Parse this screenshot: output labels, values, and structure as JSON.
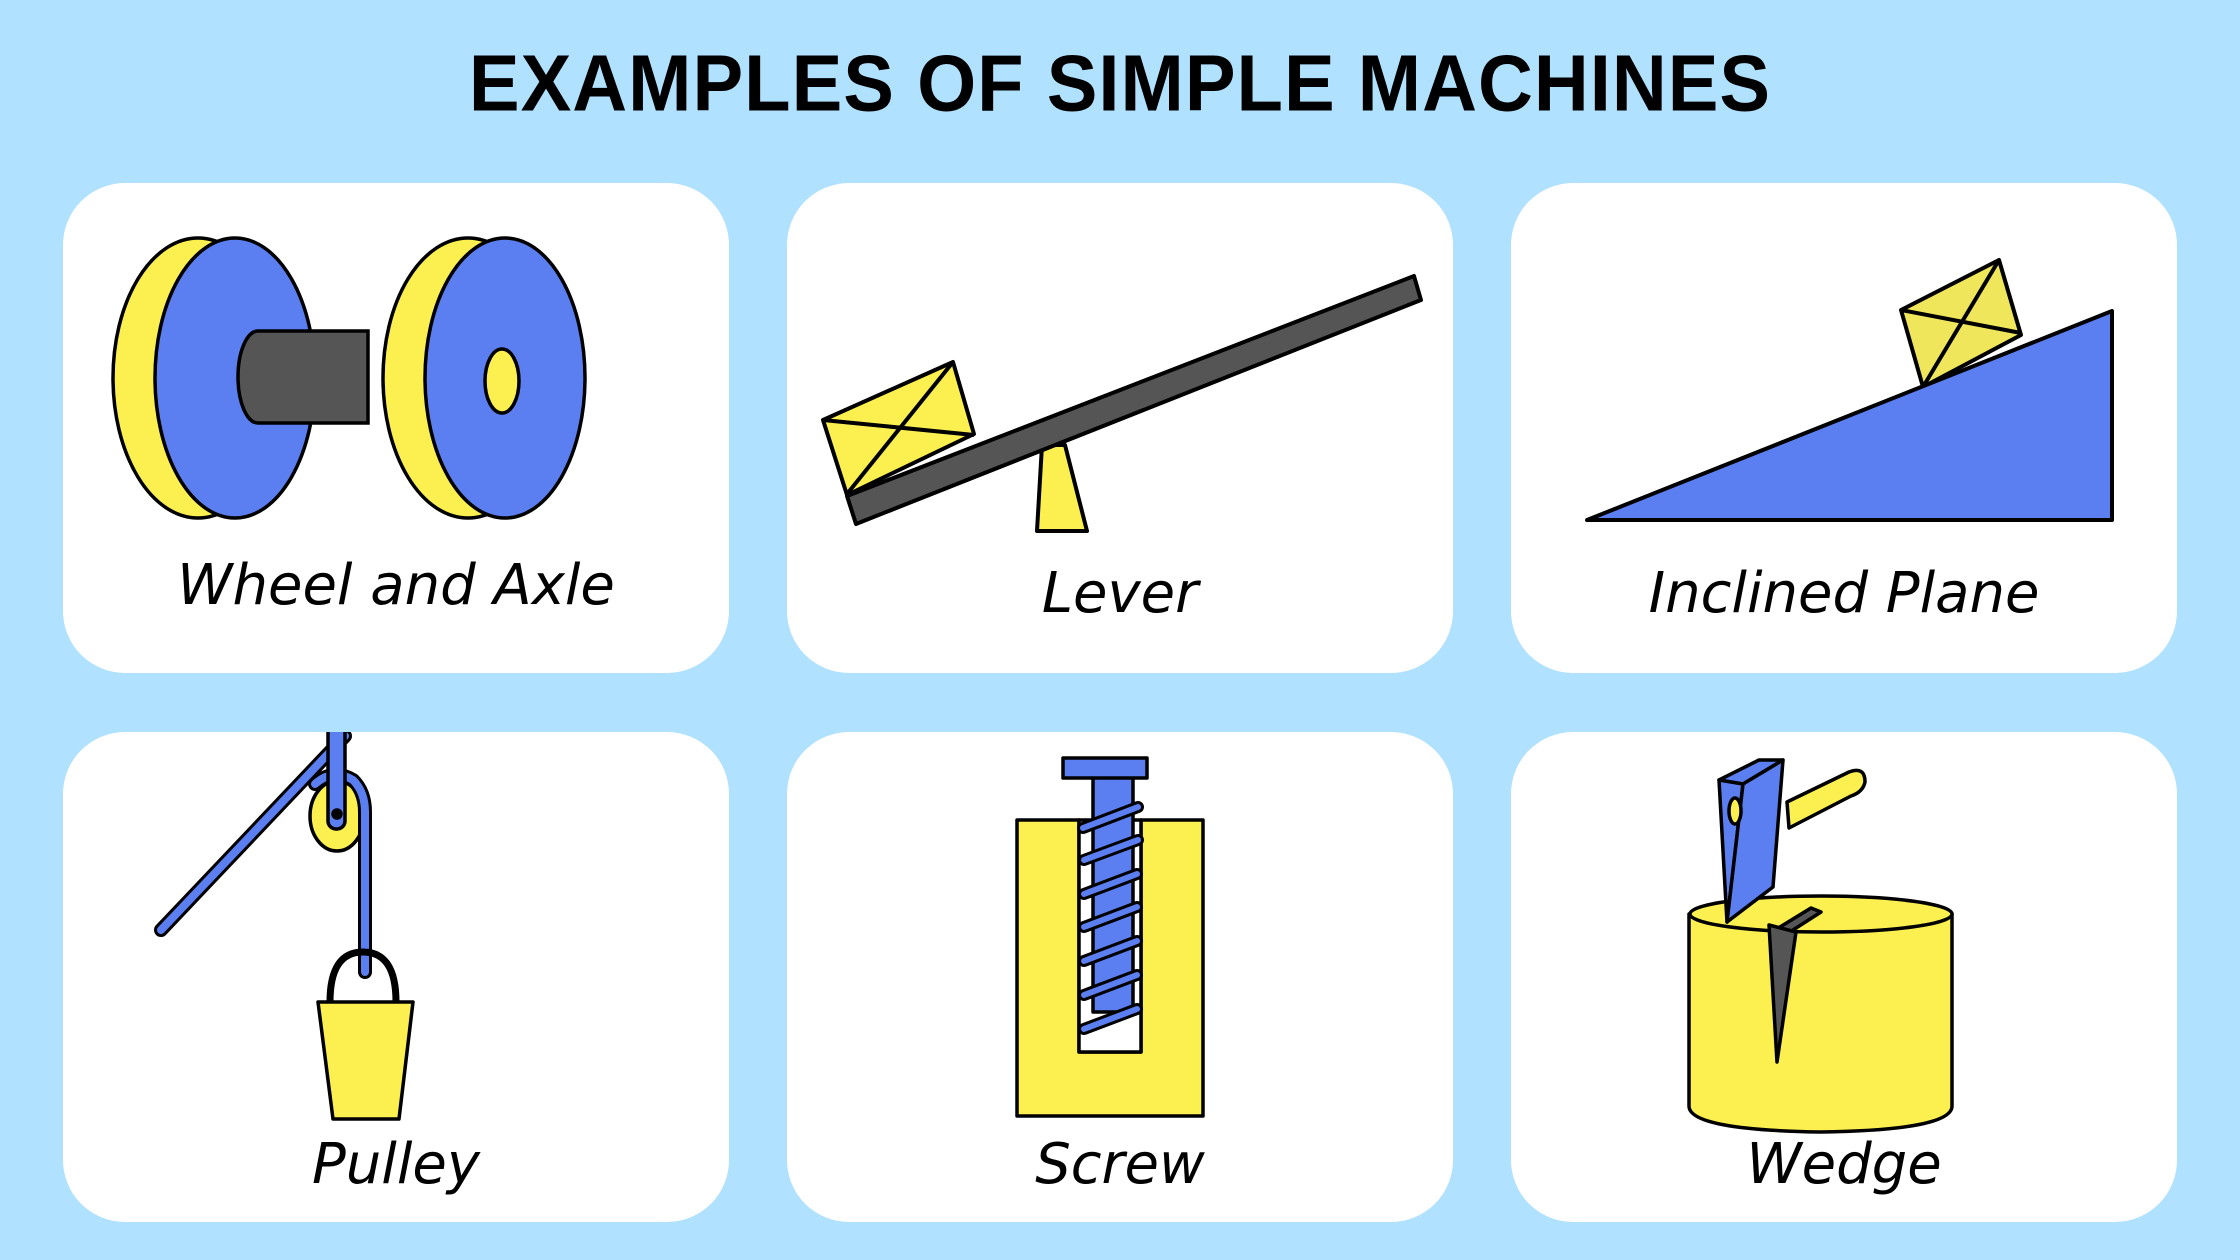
{
  "title": "EXAMPLES OF SIMPLE MACHINES",
  "colors": {
    "background": "#b0e1fe",
    "card": "#ffffff",
    "blue": "#5b7ff0",
    "yellow": "#fbf050",
    "gray": "#555555",
    "outline": "#000000"
  },
  "machines": [
    {
      "label": "Wheel and Axle",
      "icon": "wheel-and-axle-icon"
    },
    {
      "label": "Lever",
      "icon": "lever-icon"
    },
    {
      "label": "Inclined Plane",
      "icon": "inclined-plane-icon"
    },
    {
      "label": "Pulley",
      "icon": "pulley-icon"
    },
    {
      "label": "Screw",
      "icon": "screw-icon"
    },
    {
      "label": "Wedge",
      "icon": "wedge-icon"
    }
  ]
}
